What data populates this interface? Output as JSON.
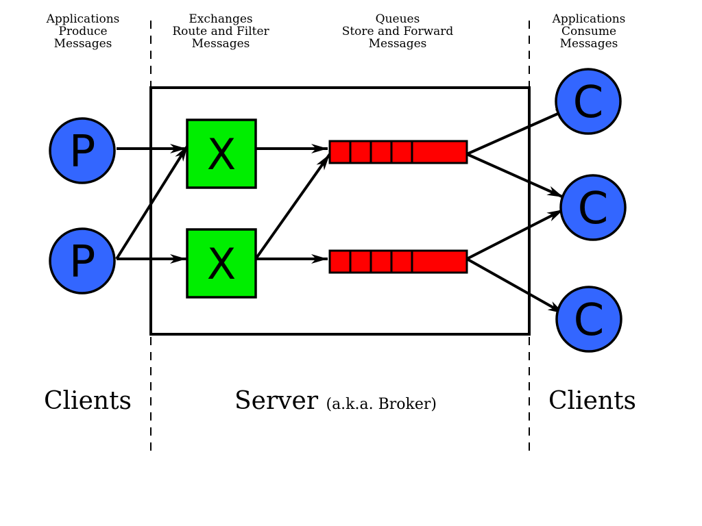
{
  "headers": {
    "producers": [
      "Applications",
      "Produce",
      "Messages"
    ],
    "exchanges": [
      "Exchanges",
      "Route and Filter",
      "Messages"
    ],
    "queues": [
      "Queues",
      "Store and Forward",
      "Messages"
    ],
    "consumers": [
      "Applications",
      "Consume",
      "Messages"
    ]
  },
  "footer": {
    "clients_left": "Clients",
    "server": "Server",
    "server_note": "(a.k.a. Broker)",
    "clients_right": "Clients"
  },
  "nodes": {
    "producer_letter": "P",
    "exchange_letter": "X",
    "consumer_letter": "C"
  },
  "colors": {
    "producer": "#3366ff",
    "consumer": "#3366ff",
    "exchange": "#00ee00",
    "queue": "#ff0000",
    "stroke": "#000000"
  }
}
